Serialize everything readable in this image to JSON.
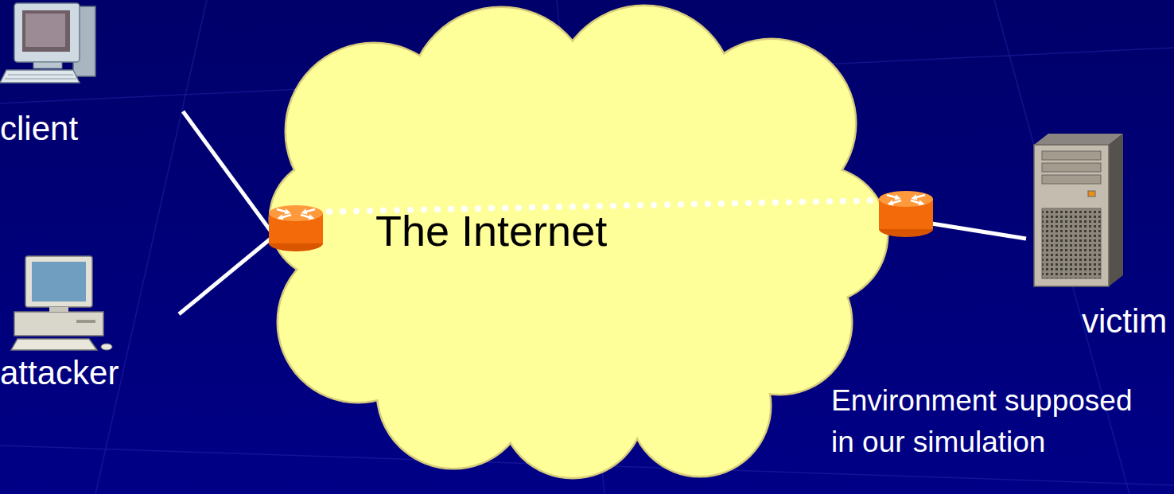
{
  "diagram": {
    "caption": "Environment supposed in our simulation",
    "nodes": [
      {
        "text": [
          "client"
        ]
      },
      {
        "text": [
          "attacker"
        ]
      },
      {
        "text": [
          "The Internet"
        ]
      },
      {
        "text": [
          "victim"
        ]
      }
    ],
    "edges": [
      {
        "from": 0,
        "to": 2,
        "arrow": "none"
      },
      {
        "from": 1,
        "to": 2,
        "arrow": "none"
      },
      {
        "from": 2,
        "to": 3,
        "arrow": "none"
      }
    ]
  }
}
